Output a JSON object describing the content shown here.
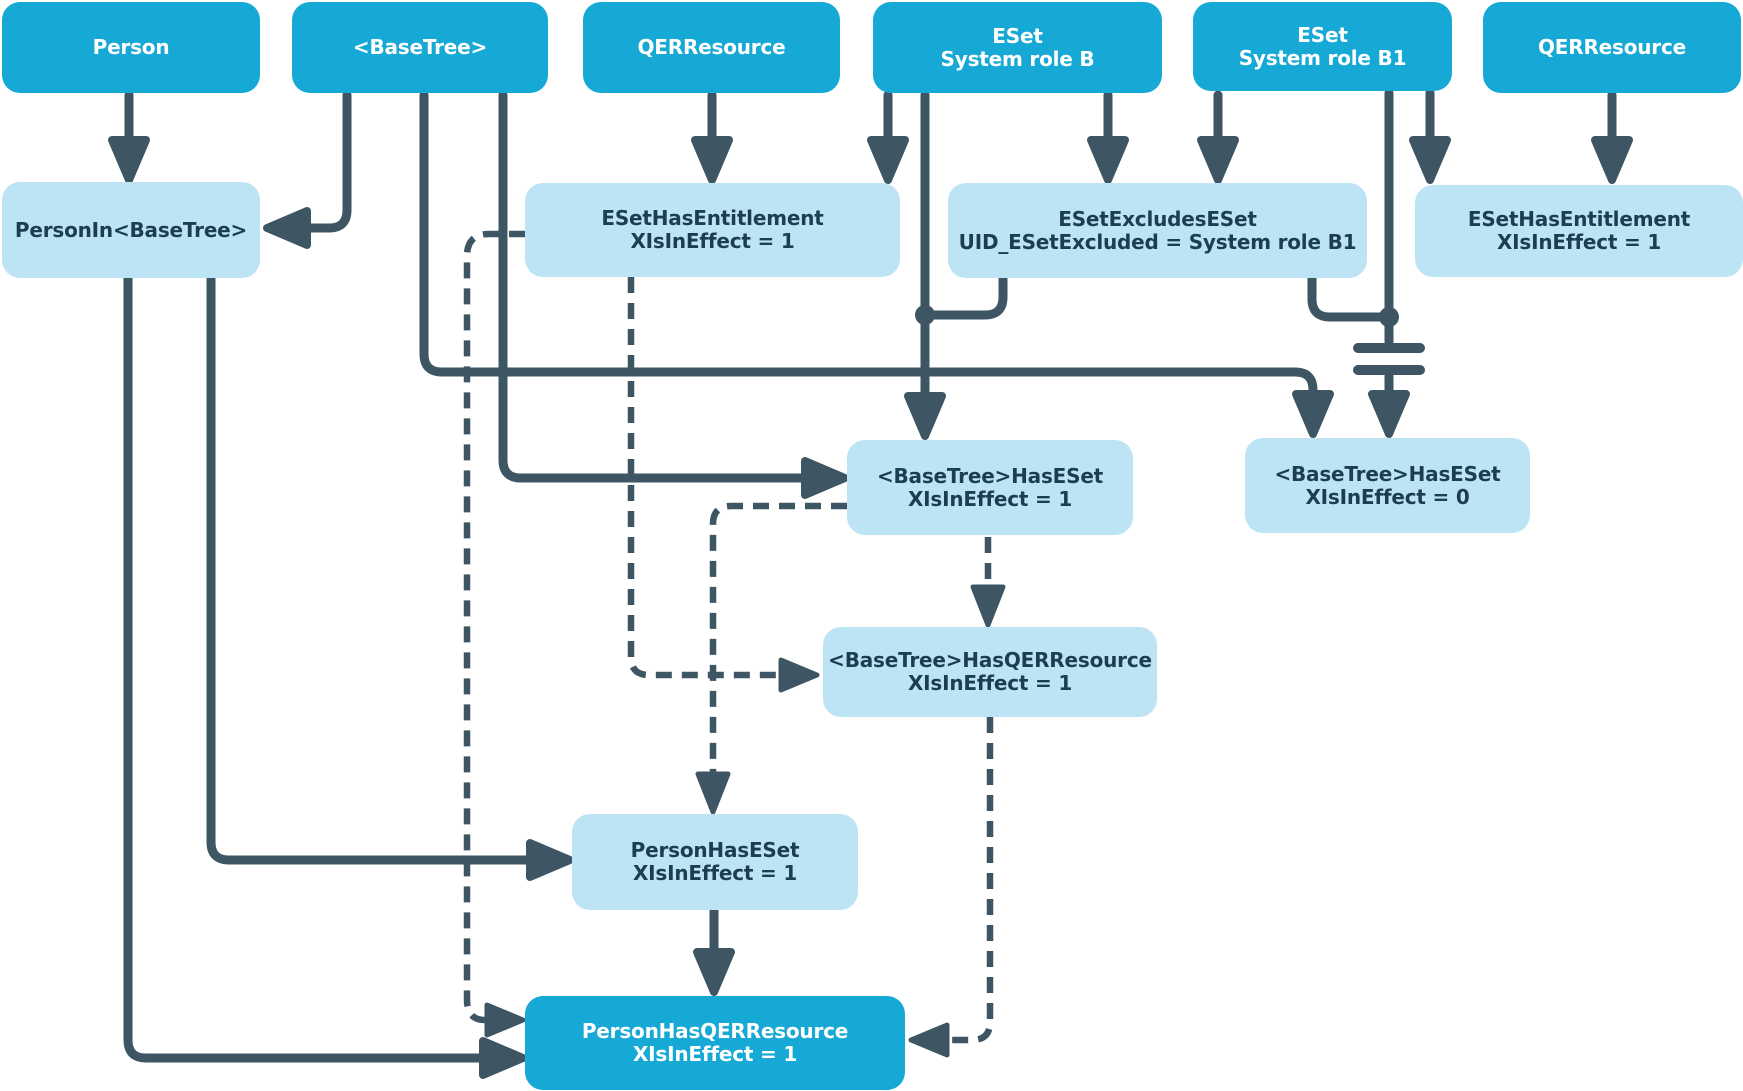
{
  "colors": {
    "background": "#FFFFFF",
    "node_dark": "#17A9D6",
    "node_light": "#BDE4F4",
    "line": "#3E5564",
    "text_dark": "#1C3E52",
    "text_light": "#FFFFFF"
  },
  "nodes": [
    {
      "id": "person",
      "line1": "Person"
    },
    {
      "id": "basetree",
      "line1": "<BaseTree>"
    },
    {
      "id": "qerresource_left",
      "line1": "QERResource"
    },
    {
      "id": "eset_system_role_b",
      "line1": "ESet",
      "line2": "System role B"
    },
    {
      "id": "eset_system_role_b1",
      "line1": "ESet",
      "line2": "System role B1"
    },
    {
      "id": "qerresource_right",
      "line1": "QERResource"
    },
    {
      "id": "person_in_basetree",
      "line1": "PersonIn<BaseTree>"
    },
    {
      "id": "eset_has_entitlement_left",
      "line1": "ESetHasEntitlement",
      "line2": "XIsInEffect = 1"
    },
    {
      "id": "eset_excludes_eset",
      "line1": "ESetExcludesESet",
      "line2": "UID_ESetExcluded = System role B1"
    },
    {
      "id": "eset_has_entitlement_right",
      "line1": "ESetHasEntitlement",
      "line2": "XIsInEffect = 1"
    },
    {
      "id": "basetree_has_eset_1",
      "line1": "<BaseTree>HasESet",
      "line2": "XIsInEffect = 1"
    },
    {
      "id": "basetree_has_eset_0",
      "line1": "<BaseTree>HasESet",
      "line2": "XIsInEffect = 0"
    },
    {
      "id": "basetree_has_qerresource",
      "line1": "<BaseTree>HasQERResource",
      "line2": "XIsInEffect = 1"
    },
    {
      "id": "person_has_eset",
      "line1": "PersonHasESet",
      "line2": "XIsInEffect = 1"
    },
    {
      "id": "person_has_qerresource",
      "line1": "PersonHasQERResource",
      "line2": "XIsInEffect = 1"
    }
  ],
  "edges": [
    {
      "from": "person",
      "to": "person_in_basetree",
      "style": "solid"
    },
    {
      "from": "basetree",
      "to": "person_in_basetree",
      "style": "solid"
    },
    {
      "from": "basetree",
      "to": "basetree_has_eset_0",
      "style": "solid"
    },
    {
      "from": "basetree",
      "to": "basetree_has_eset_1",
      "style": "solid"
    },
    {
      "from": "qerresource_left",
      "to": "eset_has_entitlement_left",
      "style": "solid"
    },
    {
      "from": "eset_system_role_b",
      "to": "eset_has_entitlement_left",
      "style": "solid"
    },
    {
      "from": "eset_system_role_b",
      "to": "basetree_has_eset_1",
      "style": "solid",
      "note": "junction dot where ESetExcludesESet branch joins"
    },
    {
      "from": "eset_system_role_b",
      "to": "eset_excludes_eset",
      "style": "solid"
    },
    {
      "from": "eset_system_role_b1",
      "to": "eset_excludes_eset",
      "style": "solid"
    },
    {
      "from": "eset_system_role_b1",
      "to": "basetree_has_eset_0",
      "style": "blocked",
      "note": "blocked-inheritance (capacitor) symbol on line, junction dot where ESetExcludesESet branch joins"
    },
    {
      "from": "eset_excludes_eset",
      "to": "eset_system_role_b",
      "style": "solid",
      "note": "branch to junction dot on line toward basetree_has_eset_1"
    },
    {
      "from": "eset_excludes_eset",
      "to": "eset_system_role_b1",
      "style": "solid",
      "note": "branch to junction dot on line toward basetree_has_eset_0"
    },
    {
      "from": "eset_system_role_b1",
      "to": "eset_has_entitlement_right",
      "style": "solid"
    },
    {
      "from": "qerresource_right",
      "to": "eset_has_entitlement_right",
      "style": "solid"
    },
    {
      "from": "eset_has_entitlement_left",
      "to": "person_has_qerresource",
      "style": "dashed"
    },
    {
      "from": "eset_has_entitlement_left",
      "to": "basetree_has_qerresource",
      "style": "dashed"
    },
    {
      "from": "basetree_has_eset_1",
      "to": "person_has_eset",
      "style": "dashed"
    },
    {
      "from": "basetree_has_eset_1",
      "to": "basetree_has_qerresource",
      "style": "dashed"
    },
    {
      "from": "basetree_has_qerresource",
      "to": "person_has_qerresource",
      "style": "dashed"
    },
    {
      "from": "person_in_basetree",
      "to": "person_has_eset",
      "style": "solid"
    },
    {
      "from": "person_in_basetree",
      "to": "person_has_qerresource",
      "style": "solid"
    },
    {
      "from": "person_has_eset",
      "to": "person_has_qerresource",
      "style": "solid"
    }
  ]
}
